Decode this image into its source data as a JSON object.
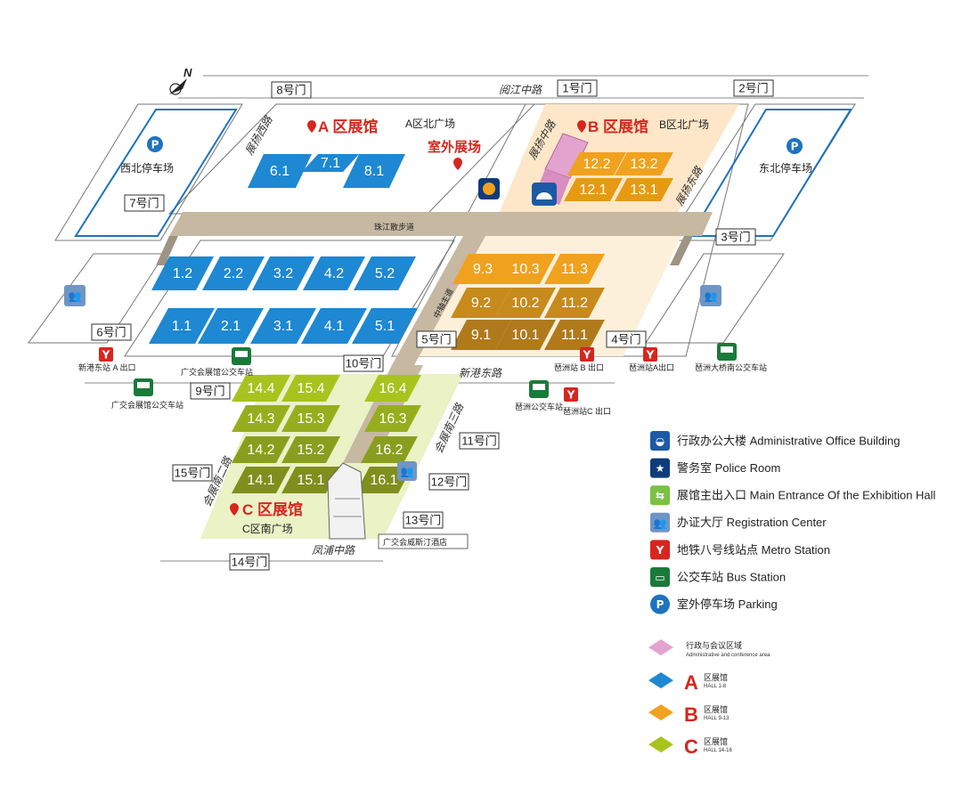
{
  "compass": {
    "label": "N"
  },
  "zones": {
    "a_title": "A 区展馆",
    "b_title": "B 区展馆",
    "c_title": "C 区展馆",
    "outdoor_title": "室外展场"
  },
  "plazas": {
    "a_north": "A区北广场",
    "b_north": "B区北广场",
    "c_south": "C区南广场"
  },
  "roads": {
    "yuejiang_middle": "阅江中路",
    "zhanyang_west": "展扬西路",
    "zhanyang_middle": "展扬中路",
    "zhanyang_east": "展扬东路",
    "zhujiang_walkway": "珠江散步道",
    "central_axis": "中轴主道",
    "xingang_east": "新港东路",
    "fengpu_middle": "凤浦中路",
    "huizhan_south_3": "会展南三路",
    "huizhan_south_2": "会展南二路"
  },
  "parking": {
    "northwest": "西北停车场",
    "northeast": "东北停车场"
  },
  "gates": {
    "g1": "1号门",
    "g2": "2号门",
    "g3": "3号门",
    "g4": "4号门",
    "g5": "5号门",
    "g6": "6号门",
    "g7": "7号门",
    "g8": "8号门",
    "g9": "9号门",
    "g10": "10号门",
    "g11": "11号门",
    "g12": "12号门",
    "g13": "13号门",
    "g14": "14号门",
    "g15": "15号门"
  },
  "halls": {
    "a_top": [
      "6.1",
      "7.1",
      "8.1"
    ],
    "a_row2": [
      "1.2",
      "2.2",
      "3.2",
      "4.2",
      "5.2"
    ],
    "a_row1": [
      "1.1",
      "2.1",
      "3.1",
      "4.1",
      "5.1"
    ],
    "b_top": [
      "12.2",
      "13.2",
      "12.1",
      "13.1"
    ],
    "b_main": [
      "9.3",
      "10.3",
      "11.3",
      "9.2",
      "10.2",
      "11.2",
      "9.1",
      "10.1",
      "11.1"
    ],
    "c_left": [
      "14.4",
      "15.4",
      "14.3",
      "15.3",
      "14.2",
      "15.2",
      "14.1",
      "15.1"
    ],
    "c_right": [
      "16.4",
      "16.3",
      "16.2",
      "16.1"
    ]
  },
  "stations": {
    "xingang_east_a": "新港东站 A 出口",
    "canton_fair_bus_1": "广交会展馆公交车站",
    "canton_fair_bus_2": "广交会展馆公交车站",
    "pazhou_b": "琶洲站 B 出口",
    "pazhou_a": "琶洲站A出口",
    "pazhou_bridge_bus": "琶洲大桥南公交车站",
    "pazhou_bus": "琶洲公交车站",
    "pazhou_c": "琶洲站C 出口",
    "hotel": "广交会威斯汀酒店"
  },
  "legend": {
    "items": [
      {
        "label": "行政办公大楼 Administrative Office Building",
        "icon": "office-building-icon",
        "color": "#1c5aa6"
      },
      {
        "label": "警务室 Police Room",
        "icon": "police-badge-icon",
        "color": "#0f3b7a"
      },
      {
        "label": "展馆主出入口 Main Entrance Of the Exhibition Hall",
        "icon": "entrance-icon",
        "color": "#7bc142"
      },
      {
        "label": "办证大厅 Registration Center",
        "icon": "people-icon",
        "color": "#6f95c4"
      },
      {
        "label": "地铁八号线站点 Metro Station",
        "icon": "metro-icon",
        "color": "#d6261e"
      },
      {
        "label": "公交车站 Bus Station",
        "icon": "bus-icon",
        "color": "#1a7a3a"
      },
      {
        "label": "室外停车场 Parking",
        "icon": "parking-icon",
        "color": "#1e73be"
      }
    ],
    "admin_area_cn": "行政与会议区域",
    "admin_area_en": "Administrative and conference area",
    "zone_a_letter": "A",
    "zone_a_cn": "区展馆",
    "zone_a_en": "HALL 1-8",
    "zone_b_letter": "B",
    "zone_b_cn": "区展馆",
    "zone_b_en": "HALL 9-13",
    "zone_c_letter": "C",
    "zone_c_cn": "区展馆",
    "zone_c_en": "HALL 14-16"
  },
  "colors": {
    "hall_a": "#1e88d2",
    "hall_b": "#f0a21e",
    "hall_b_dark": "#b07a1c",
    "hall_c": "#a8c31e",
    "hall_c_dark": "#7f8f1e",
    "walkway": "#c6b8a1",
    "admin_pink": "#e3a3cf",
    "zone_red": "#d6261e"
  }
}
